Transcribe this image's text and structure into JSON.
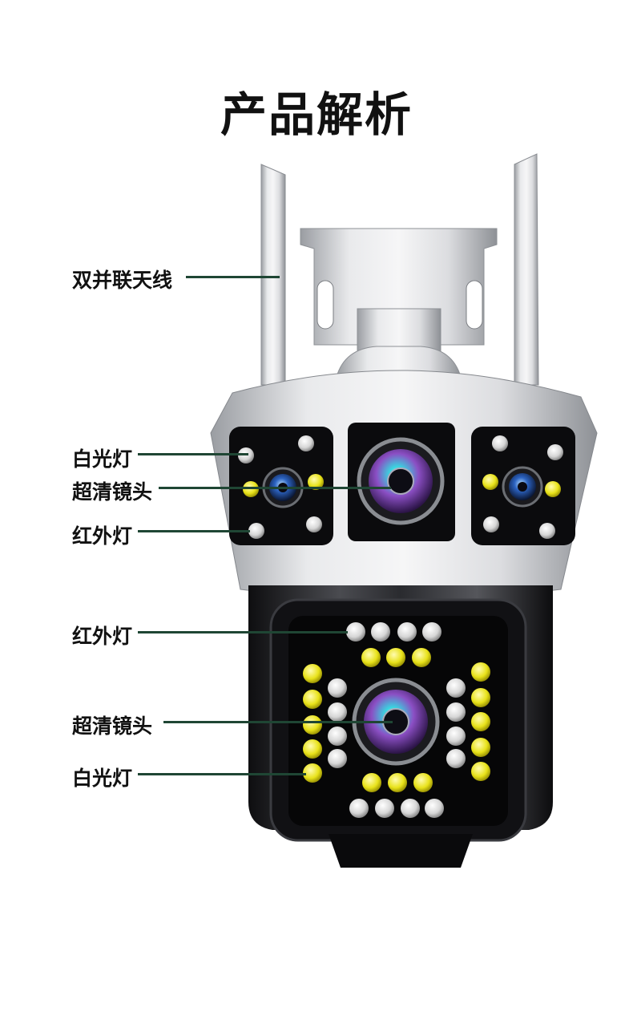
{
  "title": "产品解析",
  "callouts": {
    "antenna": "双并联天线",
    "upper_white_light": "白光灯",
    "upper_lens": "超清镜头",
    "upper_ir_light": "红外灯",
    "lower_ir_light": "红外灯",
    "lower_lens": "超清镜头",
    "lower_white_light": "白光灯"
  },
  "colors": {
    "line": "#1f4634",
    "white_led": "#e8e8e8",
    "yellow_led": "#e8e21a",
    "lens_purple": "#8b4fc4",
    "lens_cyan": "#38d6e0"
  }
}
